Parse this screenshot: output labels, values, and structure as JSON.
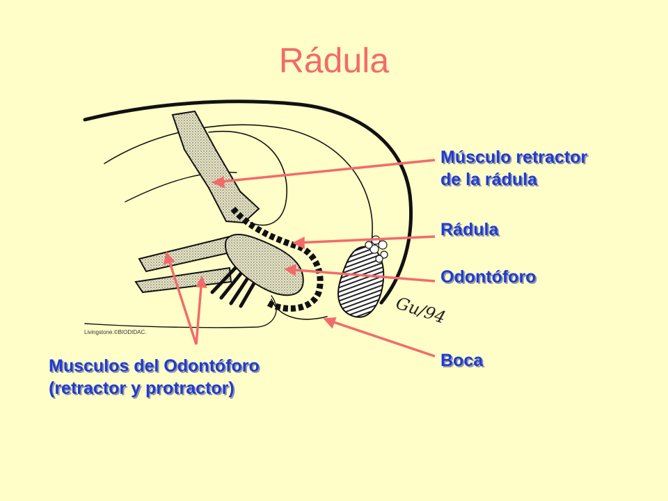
{
  "slide": {
    "title": "Rádula",
    "credit": "Livingstone.©BIODIDAC.",
    "signature": "Gu/94"
  },
  "labels": {
    "retractor_muscle": [
      "Músculo retractor",
      "de la rádula"
    ],
    "radula": "Rádula",
    "odontophore": "Odontóforo",
    "mouth": "Boca",
    "odontophore_muscles": [
      "Musculos del Odontóforo",
      "(retractor y protractor)"
    ]
  },
  "colors": {
    "title": "#F26B6B",
    "label_text": "#1D3BD8",
    "pointer_line": "#F26B6B",
    "background": "#FFFDC8"
  }
}
